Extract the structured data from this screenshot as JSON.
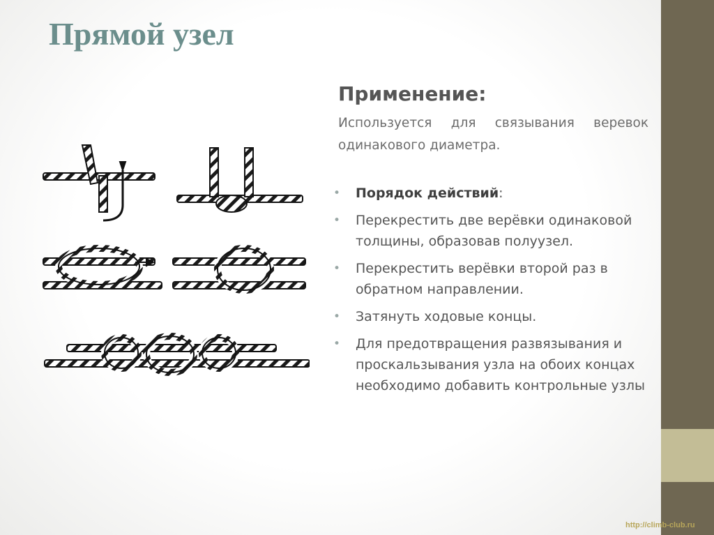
{
  "title": "Прямой узел",
  "section": {
    "heading": "Применение:",
    "description": "Используется для связывания веревок одинакового диаметра."
  },
  "bullets": {
    "steps_heading": "Порядок действий",
    "steps_heading_suffix": ":",
    "items": [
      "Перекрестить две верёвки одинаковой толщины, образовав полуузел.",
      "Перекрестить верёвки второй раз в обратном направлении.",
      "Затянуть ходовые концы.",
      "Для предотвращения развязывания и проскальзывания узла на обоих концах необходимо добавить контрольные узлы"
    ]
  },
  "footer": {
    "url": "http://climb-club.ru"
  },
  "colors": {
    "title": "#6b8e8c",
    "side_bar": "#6f6752",
    "side_accent": "#c3bd96",
    "text": "#555555",
    "bullet": "#9aa8a6",
    "url": "#b8a65a"
  },
  "icons": {
    "bullet": "bullet-dot-icon"
  }
}
